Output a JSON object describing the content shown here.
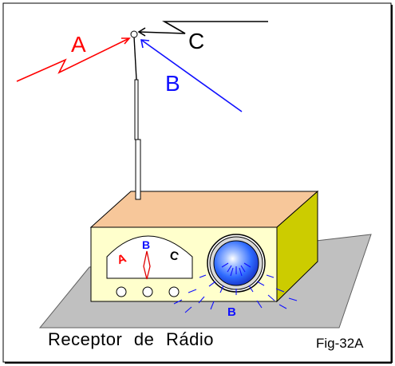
{
  "colors": {
    "signal_a": "#ff0000",
    "signal_b": "#1010ff",
    "signal_c": "#000000",
    "cabinet_top": "#f7c79a",
    "cabinet_front": "#ffffcc",
    "cabinet_side": "#cccc00",
    "base_plate": "#c0c0c0",
    "frame": "#000000"
  },
  "labels": {
    "signal_a": "A",
    "signal_b": "B",
    "signal_c": "C",
    "dial_a": "A",
    "dial_b": "B",
    "dial_c": "C",
    "speaker_b": "B"
  },
  "caption": {
    "title": "Receptor de Rádio",
    "figure": "Fig-32A"
  },
  "icons": {
    "antenna": "telescopic-antenna-icon",
    "speaker": "speaker-icon",
    "knob": "knob-icon"
  }
}
